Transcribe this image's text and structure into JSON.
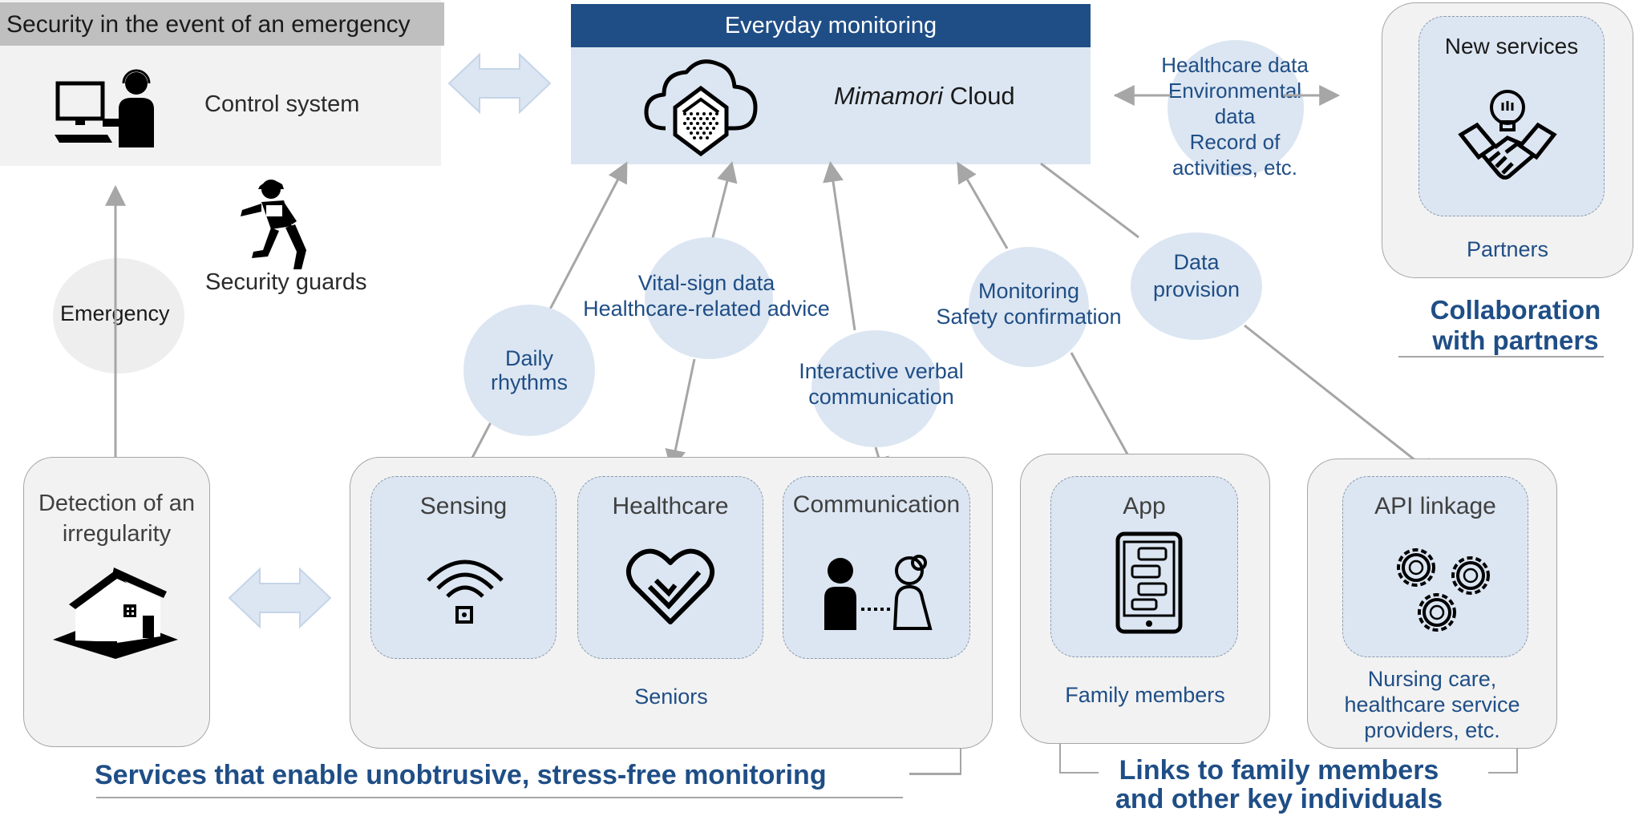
{
  "emergency_panel": {
    "title": "Security in the event of an emergency",
    "control_system": "Control system",
    "security_guards": "Security guards",
    "emergency": "Emergency",
    "detection_line1": "Detection of an",
    "detection_line2": "irregularity"
  },
  "monitoring": {
    "header": "Everyday monitoring",
    "cloud_label_italic": "Mimamori",
    "cloud_label_rest": " Cloud"
  },
  "exchange": {
    "line1": "Healthcare data",
    "line2": "Environmental",
    "line3": "data",
    "line4": "Record of",
    "line5": "activities, etc."
  },
  "partners": {
    "new_services": "New services",
    "partners": "Partners",
    "collab_line1": "Collaboration",
    "collab_line2": "with partners"
  },
  "bubbles": {
    "daily_line1": "Daily",
    "daily_line2": "rhythms",
    "vital_line1": "Vital-sign data",
    "vital_line2": "Healthcare-related advice",
    "interactive_line1": "Interactive verbal",
    "interactive_line2": "communication",
    "monitoring_line1": "Monitoring",
    "monitoring_line2": "Safety confirmation",
    "data_line1": "Data",
    "data_line2": "provision"
  },
  "seniors": {
    "sensing": "Sensing",
    "healthcare": "Healthcare",
    "communication": "Communication",
    "seniors": "Seniors"
  },
  "family": {
    "app": "App",
    "family_members": "Family members"
  },
  "api": {
    "api_linkage": "API linkage",
    "providers_line1": "Nursing care,",
    "providers_line2": "healthcare service",
    "providers_line3": "providers, etc."
  },
  "footers": {
    "services": "Services that enable unobtrusive, stress-free monitoring",
    "links_line1": "Links to family members",
    "links_line2": "and other key individuals"
  },
  "icons": [
    "control-operator-icon",
    "security-guard-icon",
    "cloud-icon",
    "handshake-idea-icon",
    "wifi-sensor-icon",
    "heart-check-icon",
    "conversation-icon",
    "smartphone-chat-icon",
    "gears-api-icon",
    "house-icon"
  ],
  "colors": {
    "navy": "#1f4e86",
    "light_blue": "#dce6f2",
    "gray_panel": "#f2f2f2",
    "arrow_gray": "#a6a6a6"
  }
}
